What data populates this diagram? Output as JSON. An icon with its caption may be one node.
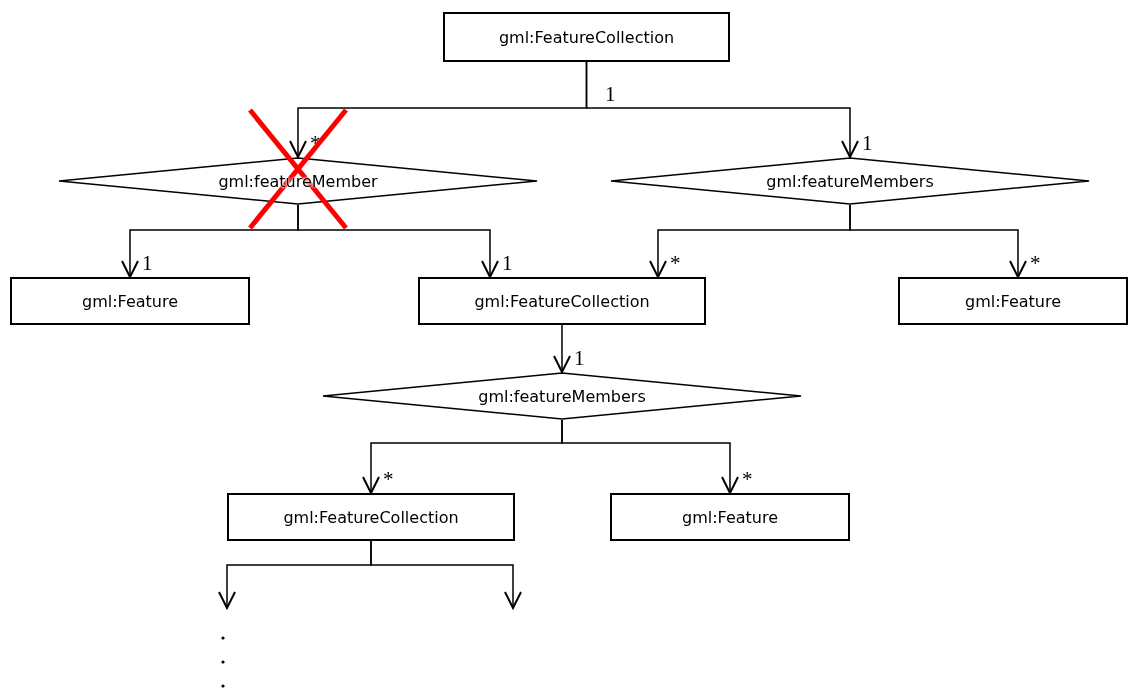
{
  "diagram": {
    "nodes": [
      {
        "text": [
          "gml:FeatureCollection"
        ]
      },
      {
        "text": [
          "gml:featureMember"
        ]
      },
      {
        "text": [
          "gml:featureMembers"
        ]
      },
      {
        "text": [
          "gml:Feature"
        ]
      },
      {
        "text": [
          "gml:FeatureCollection"
        ]
      },
      {
        "text": [
          "gml:Feature"
        ]
      },
      {
        "text": [
          "gml:featureMembers"
        ]
      },
      {
        "text": [
          "gml:FeatureCollection"
        ]
      },
      {
        "text": [
          "gml:Feature"
        ]
      }
    ],
    "edges": [
      {
        "from": 0,
        "to": 1,
        "arrow": "to",
        "label": "*"
      },
      {
        "from": 0,
        "to": 2,
        "arrow": "to",
        "label": "1"
      },
      {
        "from": 1,
        "to": 3,
        "arrow": "to",
        "label": "1"
      },
      {
        "from": 1,
        "to": 4,
        "arrow": "to",
        "label": "1"
      },
      {
        "from": 2,
        "to": 4,
        "arrow": "to",
        "label": "*"
      },
      {
        "from": 2,
        "to": 5,
        "arrow": "to",
        "label": "*"
      },
      {
        "from": 4,
        "to": 6,
        "arrow": "to",
        "label": "1"
      },
      {
        "from": 6,
        "to": 7,
        "arrow": "to",
        "label": "*"
      },
      {
        "from": 6,
        "to": 8,
        "arrow": "to",
        "label": "*"
      },
      {
        "from": 7,
        "to": null,
        "arrow": "to"
      },
      {
        "from": 7,
        "to": null,
        "arrow": "to"
      }
    ],
    "labels": [
      "1"
    ]
  }
}
